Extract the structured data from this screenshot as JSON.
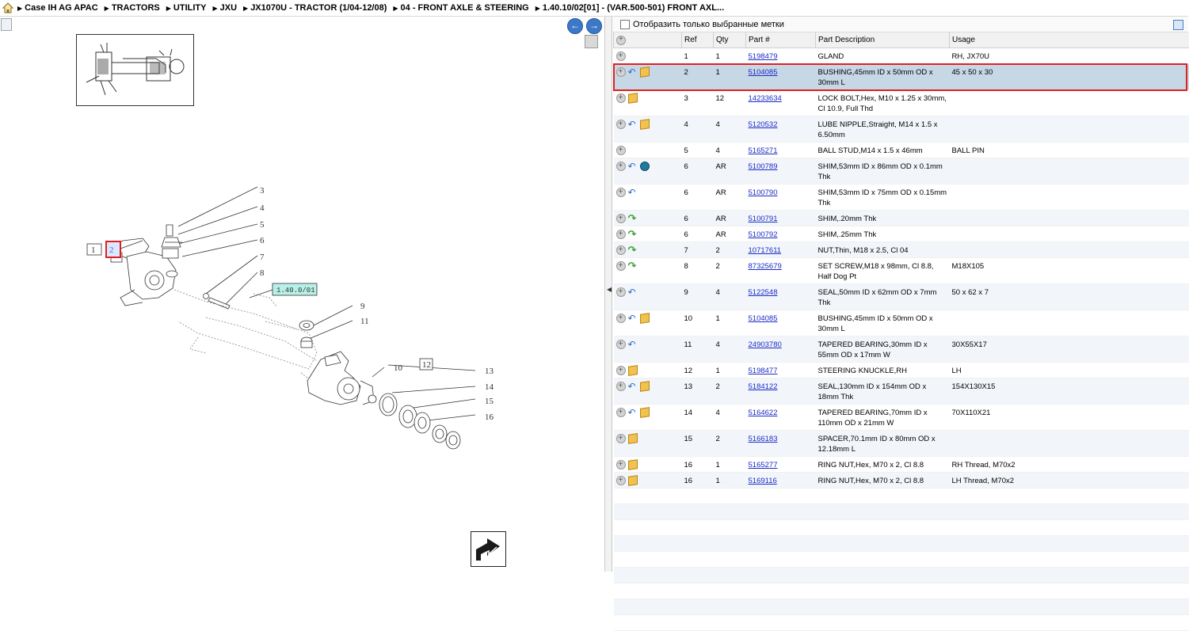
{
  "breadcrumb": [
    "Case IH AG APAC",
    "TRACTORS",
    "UTILITY",
    "JXU",
    "JX1070U - TRACTOR (1/04-12/08)",
    "04 - FRONT AXLE & STEERING",
    "1.40.10/02[01] - (VAR.500-501) FRONT AXL..."
  ],
  "filter": {
    "label": "Отобразить только выбранные метки"
  },
  "table": {
    "headers": {
      "ref": "Ref",
      "qty": "Qty",
      "part": "Part #",
      "desc": "Part Description",
      "usage": "Usage"
    },
    "rows": [
      {
        "icons": [
          "plus"
        ],
        "ref": "1",
        "qty": "1",
        "part": "5198479",
        "desc": "GLAND",
        "usage": "RH, JX70U"
      },
      {
        "icons": [
          "plus",
          "undo",
          "box"
        ],
        "ref": "2",
        "qty": "1",
        "part": "5104085",
        "desc": "BUSHING,45mm ID x 50mm OD x 30mm L",
        "usage": "45 x 50 x 30",
        "selected": true
      },
      {
        "icons": [
          "plus",
          "box"
        ],
        "ref": "3",
        "qty": "12",
        "part": "14233634",
        "desc": "LOCK BOLT,Hex, M10 x 1.25 x 30mm, Cl 10.9, Full Thd",
        "usage": ""
      },
      {
        "icons": [
          "plus",
          "undo",
          "box"
        ],
        "ref": "4",
        "qty": "4",
        "part": "5120532",
        "desc": "LUBE NIPPLE,Straight, M14 x 1.5 x 6.50mm",
        "usage": ""
      },
      {
        "icons": [
          "plus"
        ],
        "ref": "5",
        "qty": "4",
        "part": "5165271",
        "desc": "BALL STUD,M14 x 1.5 x 46mm",
        "usage": "BALL PIN"
      },
      {
        "icons": [
          "plus",
          "undo",
          "globe"
        ],
        "ref": "6",
        "qty": "AR",
        "part": "5100789",
        "desc": "SHIM,53mm ID x 86mm OD x 0.1mm Thk",
        "usage": ""
      },
      {
        "icons": [
          "plus",
          "undo"
        ],
        "ref": "6",
        "qty": "AR",
        "part": "5100790",
        "desc": "SHIM,53mm ID x 75mm OD x 0.15mm Thk",
        "usage": ""
      },
      {
        "icons": [
          "plus",
          "redo"
        ],
        "ref": "6",
        "qty": "AR",
        "part": "5100791",
        "desc": "SHIM,.20mm Thk",
        "usage": ""
      },
      {
        "icons": [
          "plus",
          "redo"
        ],
        "ref": "6",
        "qty": "AR",
        "part": "5100792",
        "desc": "SHIM,.25mm Thk",
        "usage": ""
      },
      {
        "icons": [
          "plus",
          "redo"
        ],
        "ref": "7",
        "qty": "2",
        "part": "10717611",
        "desc": "NUT,Thin, M18 x 2.5, Cl 04",
        "usage": ""
      },
      {
        "icons": [
          "plus",
          "redo"
        ],
        "ref": "8",
        "qty": "2",
        "part": "87325679",
        "desc": "SET SCREW,M18 x 98mm, Cl 8.8, Half Dog Pt",
        "usage": "M18X105"
      },
      {
        "icons": [
          "plus",
          "undo"
        ],
        "ref": "9",
        "qty": "4",
        "part": "5122548",
        "desc": "SEAL,50mm ID x 62mm OD x 7mm Thk",
        "usage": "50 x 62 x 7"
      },
      {
        "icons": [
          "plus",
          "undo",
          "box"
        ],
        "ref": "10",
        "qty": "1",
        "part": "5104085",
        "desc": "BUSHING,45mm ID x 50mm OD x 30mm L",
        "usage": ""
      },
      {
        "icons": [
          "plus",
          "undo"
        ],
        "ref": "11",
        "qty": "4",
        "part": "24903780",
        "desc": "TAPERED BEARING,30mm ID x 55mm OD x 17mm W",
        "usage": "30X55X17"
      },
      {
        "icons": [
          "plus",
          "box"
        ],
        "ref": "12",
        "qty": "1",
        "part": "5198477",
        "desc": "STEERING KNUCKLE,RH",
        "usage": "LH"
      },
      {
        "icons": [
          "plus",
          "undo",
          "box"
        ],
        "ref": "13",
        "qty": "2",
        "part": "5184122",
        "desc": "SEAL,130mm ID x 154mm OD x 18mm Thk",
        "usage": "154X130X15"
      },
      {
        "icons": [
          "plus",
          "undo",
          "box"
        ],
        "ref": "14",
        "qty": "4",
        "part": "5164622",
        "desc": "TAPERED BEARING,70mm ID x 110mm OD x 21mm W",
        "usage": "70X110X21"
      },
      {
        "icons": [
          "plus",
          "box"
        ],
        "ref": "15",
        "qty": "2",
        "part": "5166183",
        "desc": "SPACER,70.1mm ID x 80mm OD x 12.18mm L",
        "usage": ""
      },
      {
        "icons": [
          "plus",
          "box"
        ],
        "ref": "16",
        "qty": "1",
        "part": "5165277",
        "desc": "RING NUT,Hex, M70 x 2, Cl 8.8",
        "usage": "RH Thread, M70x2"
      },
      {
        "icons": [
          "plus",
          "box"
        ],
        "ref": "16",
        "qty": "1",
        "part": "5169116",
        "desc": "RING NUT,Hex, M70 x 2, Cl 8.8",
        "usage": "LH Thread, M70x2"
      }
    ]
  },
  "diagram": {
    "callouts": [
      "1",
      "2",
      "3",
      "4",
      "5",
      "6",
      "7",
      "8",
      "9",
      "10",
      "11",
      "12",
      "13",
      "14",
      "15",
      "16"
    ],
    "tag_label": "1.40.0/01"
  }
}
